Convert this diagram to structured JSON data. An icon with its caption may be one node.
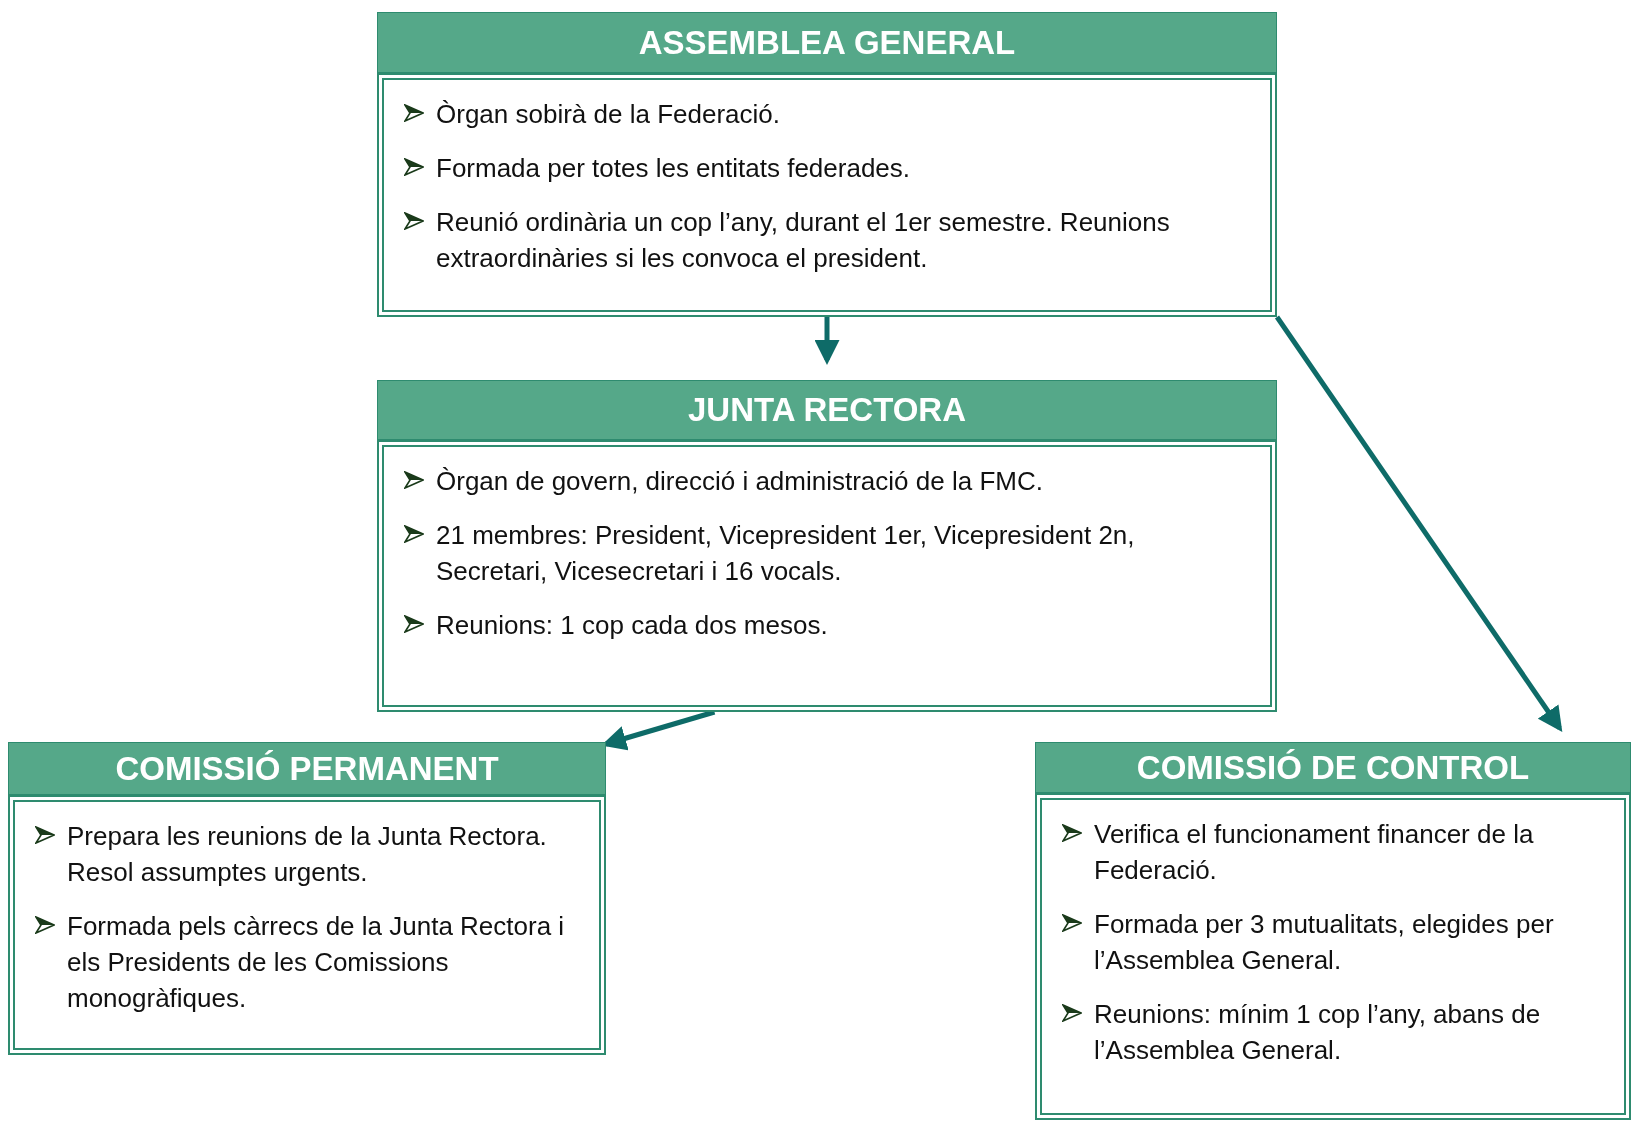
{
  "diagram": {
    "nodes": [
      {
        "text": [
          "ASSEMBLEA GENERAL",
          "Òrgan sobirà de la Federació.",
          "Formada per totes les entitats federades.",
          "Reunió ordinària un cop l’any, durant el 1er semestre. Reunions extraordinàries si les convoca el president."
        ]
      },
      {
        "text": [
          "JUNTA RECTORA",
          "Òrgan de govern, direcció i administració de la FMC.",
          "21 membres: President, Vicepresident 1er, Vicepresident 2n, Secretari, Vicesecretari i 16 vocals.",
          "Reunions: 1 cop cada dos mesos."
        ]
      },
      {
        "text": [
          "COMISSIÓ PERMANENT",
          "Prepara les reunions de la Junta Rectora. Resol assumptes urgents.",
          "Formada pels càrrecs de la Junta Rectora i els Presidents de les Comissions monogràfiques."
        ]
      },
      {
        "text": [
          "COMISSIÓ DE CONTROL",
          "Verifica el funcionament financer de la Federació.",
          "Formada per 3 mutualitats, elegides per l’Assemblea General.",
          "Reunions: mínim 1 cop l’any, abans de l’Assemblea General."
        ]
      }
    ],
    "edges": [
      {
        "from": 0,
        "to": 1,
        "arrow": "to"
      },
      {
        "from": 1,
        "to": 2,
        "arrow": "to"
      },
      {
        "from": 0,
        "to": 3,
        "arrow": "to"
      }
    ]
  }
}
